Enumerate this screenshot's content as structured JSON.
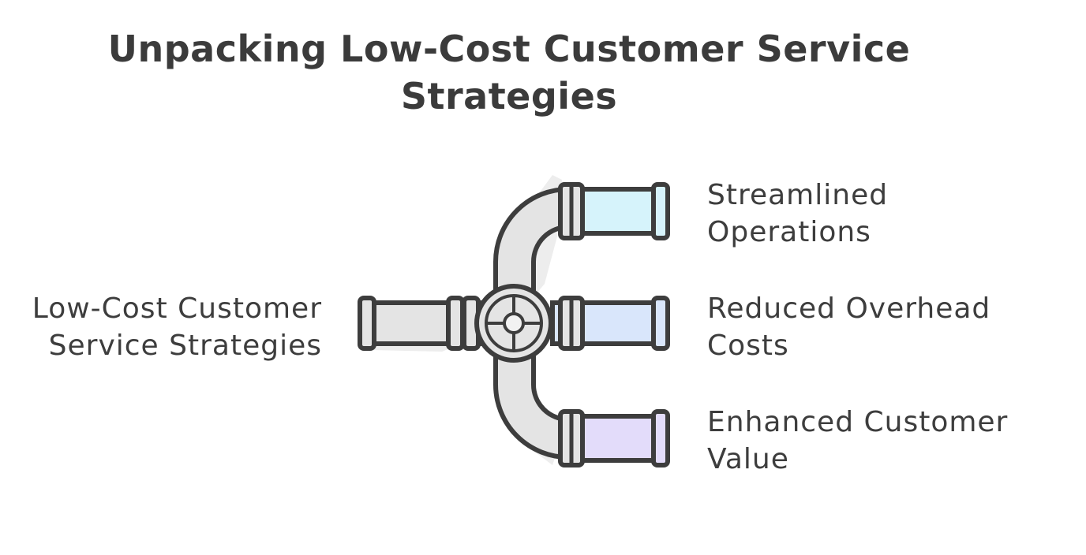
{
  "title": {
    "line1": "Unpacking Low-Cost Customer Service",
    "line2": "Strategies"
  },
  "source": {
    "line1": "Low-Cost Customer",
    "line2": "Service Strategies"
  },
  "outputs": [
    {
      "line1": "Streamlined",
      "line2": "Operations",
      "color": "#d6f3fb"
    },
    {
      "line1": "Reduced Overhead",
      "line2": "Costs",
      "color": "#d9e6fb"
    },
    {
      "line1": "Enhanced Customer",
      "line2": "Value",
      "color": "#e3dcfa"
    }
  ],
  "colors": {
    "stroke": "#3d3d3d",
    "pipe": "#e4e4e4",
    "text": "#3d3d3d"
  }
}
